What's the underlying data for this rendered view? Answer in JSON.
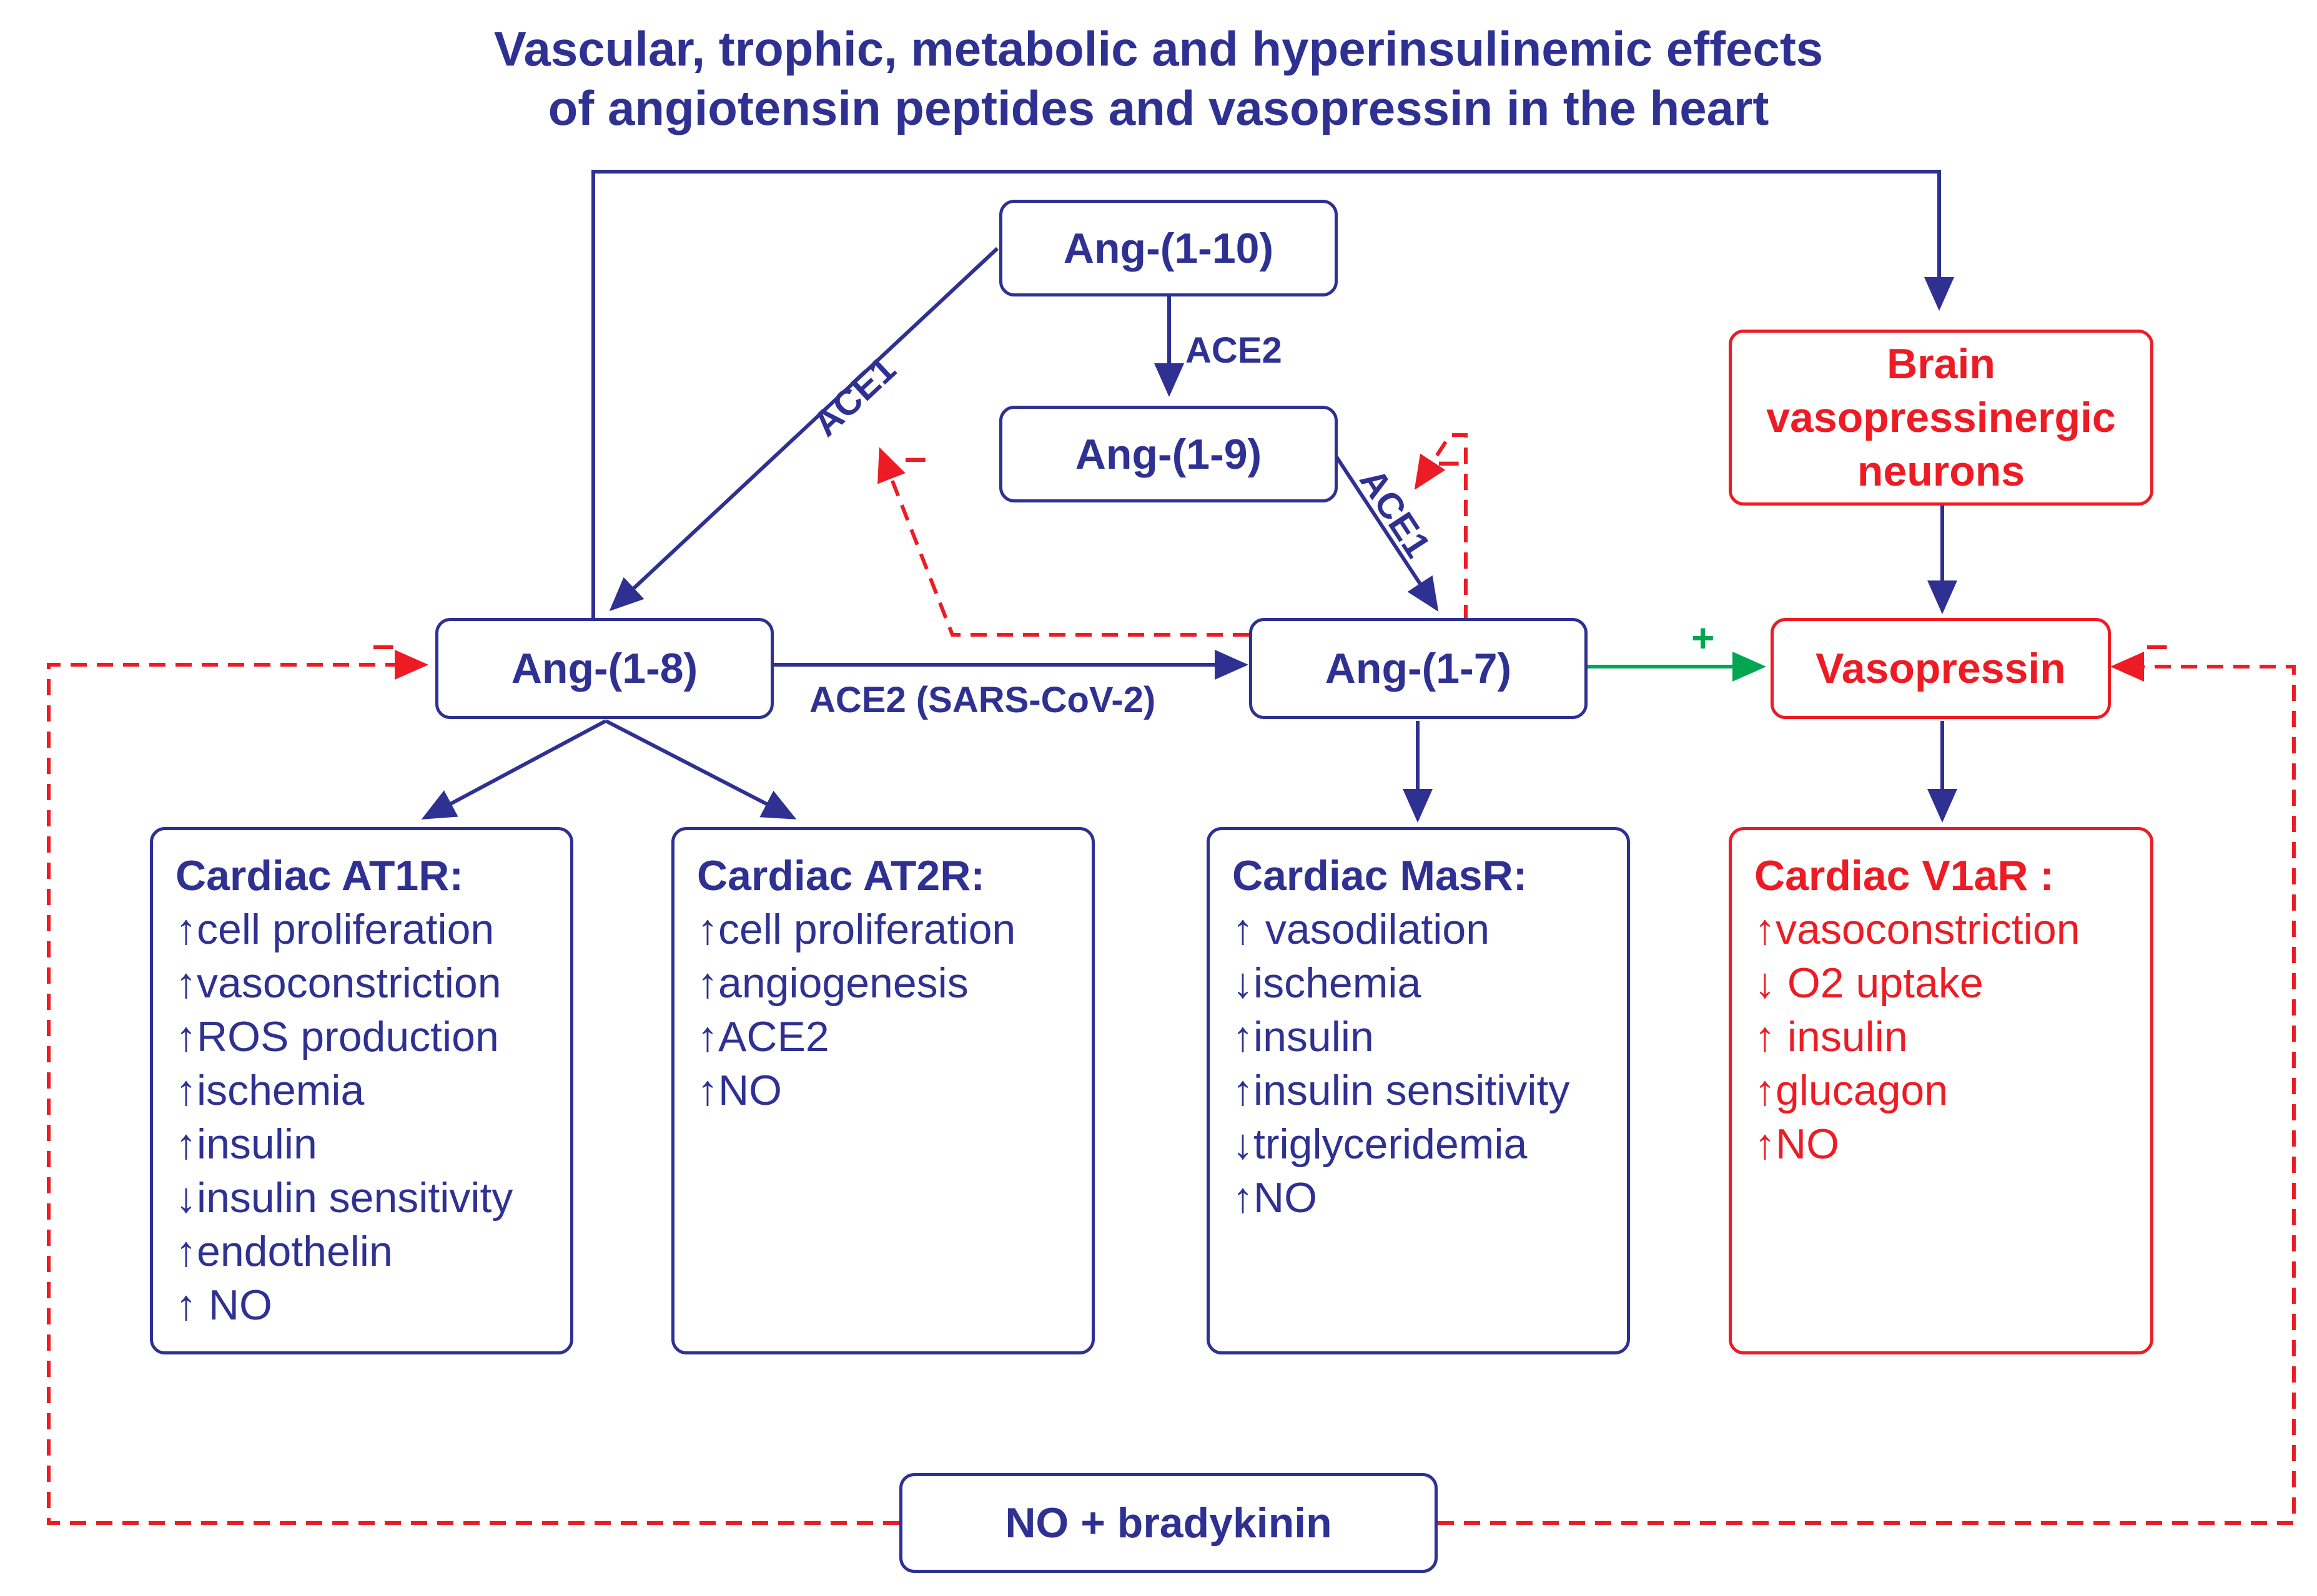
{
  "title": {
    "line1": "Vascular, trophic, metabolic and hyperinsulinemic effects",
    "line2": "of angiotensin peptides and vasopressin in the heart"
  },
  "nodes": {
    "ang110": "Ang-(1-10)",
    "ang19": "Ang-(1-9)",
    "ang18": "Ang-(1-8)",
    "ang17": "Ang-(1-7)",
    "brain": [
      "Brain",
      "vasopressinergic",
      "neurons"
    ],
    "vasopressin": "Vasopressin",
    "no_bradykinin": "NO + bradykinin"
  },
  "edge_labels": {
    "ace2_top": "ACE2",
    "ace1_left": "ACE1",
    "ace1_right": "ACE1",
    "ace2_sars": "ACE2 (SARS-CoV-2)",
    "plus": "+",
    "minus": "–"
  },
  "panels": {
    "at1r": {
      "header": "Cardiac AT1R:",
      "items": [
        "↑cell proliferation",
        "↑vasoconstriction",
        "↑ROS production",
        "↑ischemia",
        "↑insulin",
        "↓insulin sensitivity",
        "↑endothelin",
        "↑ NO"
      ]
    },
    "at2r": {
      "header": "Cardiac AT2R:",
      "items": [
        "↑cell proliferation",
        "↑angiogenesis",
        "↑ACE2",
        "↑NO"
      ]
    },
    "masr": {
      "header": "Cardiac MasR:",
      "items": [
        "↑ vasodilation",
        "↓ischemia",
        "↑insulin",
        "↑insulin sensitivity",
        "↓triglyceridemia",
        "↑NO"
      ]
    },
    "v1ar": {
      "header": "Cardiac V1aR :",
      "items": [
        "↑vasoconstriction",
        "↓ O2 uptake",
        "↑ insulin",
        "↑glucagon",
        "↑NO"
      ]
    }
  },
  "colors": {
    "blue": "#2e3192",
    "red": "#ed1c24",
    "green": "#00a651"
  }
}
